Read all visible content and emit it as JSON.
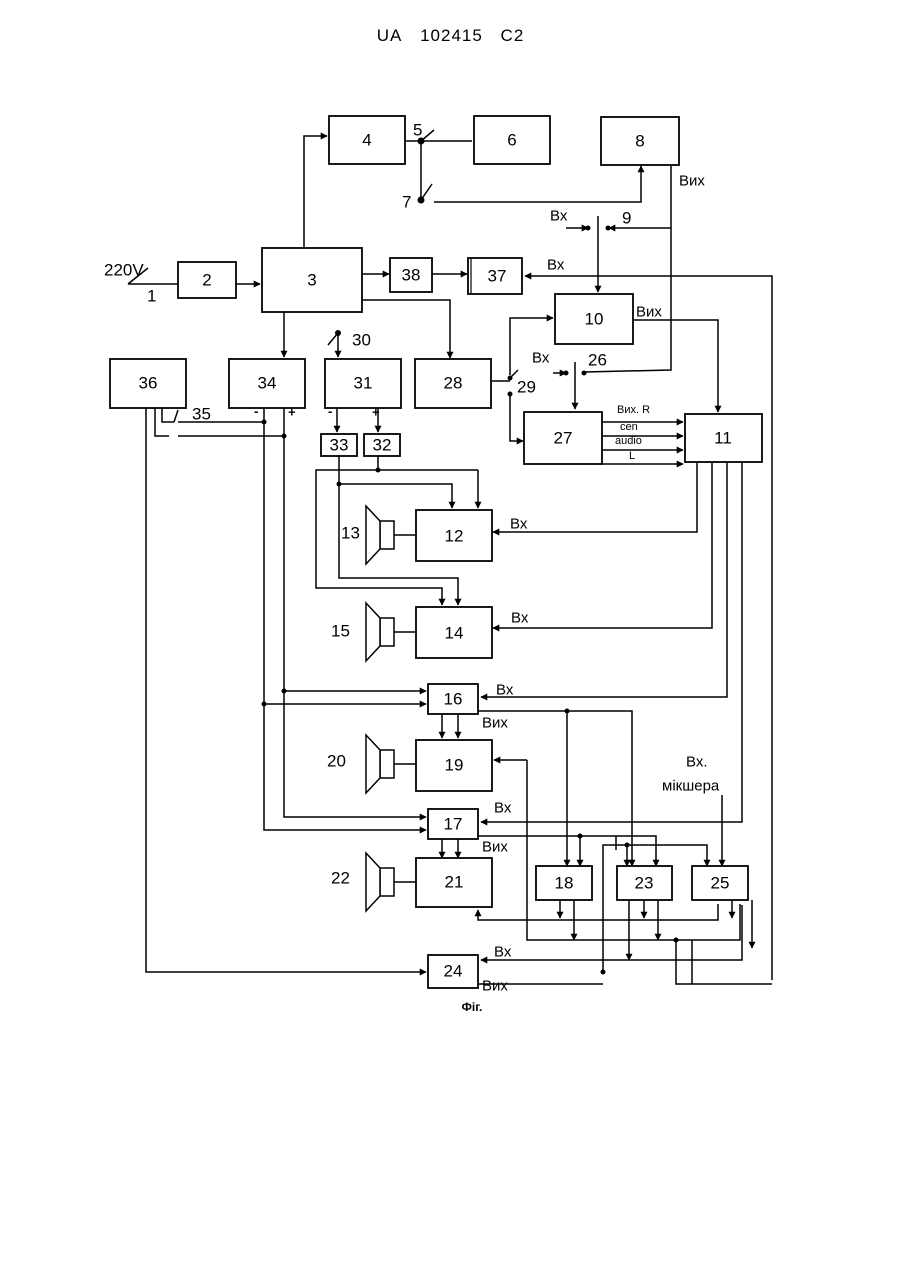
{
  "header": {
    "country": "UA",
    "number": "102415",
    "kind": "C2"
  },
  "figure": {
    "caption": "Фіг."
  },
  "blocks": {
    "b2": "2",
    "b3": "3",
    "b4": "4",
    "b6": "6",
    "b8": "8",
    "b10": "10",
    "b11": "11",
    "b12": "12",
    "b14": "14",
    "b16": "16",
    "b17": "17",
    "b18": "18",
    "b19": "19",
    "b21": "21",
    "b23": "23",
    "b24": "24",
    "b25": "25",
    "b27": "27",
    "b28": "28",
    "b31": "31",
    "b32": "32",
    "b33": "33",
    "b34": "34",
    "b36": "36",
    "b37": "37",
    "b38": "38"
  },
  "refs": {
    "voltage": "220V",
    "r1": "1",
    "r5": "5",
    "r7": "7",
    "r9": "9",
    "r13": "13",
    "r15": "15",
    "r20": "20",
    "r22": "22",
    "r26": "26",
    "r29": "29",
    "r30": "30",
    "r35": "35"
  },
  "signals": {
    "vkh": "Вх",
    "vykh": "Вих",
    "vykh_r": "Вих. R",
    "cen": "cen",
    "audio": "audio",
    "l": "L",
    "mixer_in_1": "Вх.",
    "mixer_in_2": "мікшера",
    "minus": "-",
    "plus": "+"
  }
}
